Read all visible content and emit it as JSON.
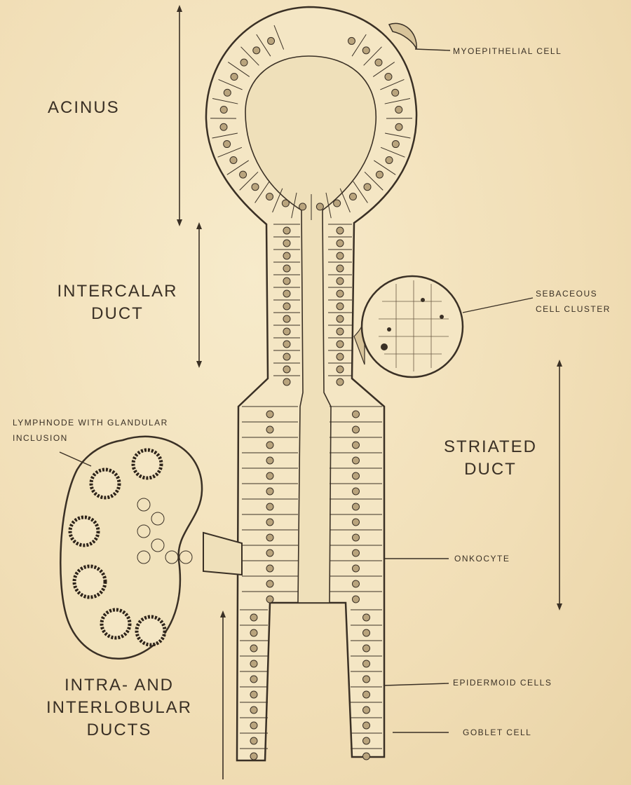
{
  "labels": {
    "acinus": "ACINUS",
    "intercalar_duct": "INTERCALAR\nDUCT",
    "striated_duct": "STRIATED\nDUCT",
    "intra_interlobular": "INTRA- AND\nINTERLOBULAR\nDUCTS",
    "myoepithelial": "MYOEPITHELIAL CELL",
    "sebaceous": "SEBACEOUS\nCELL CLUSTER",
    "lymphnode": "LYMPHNODE WITH GLANDULAR\nINCLUSION",
    "onkocyte": "ONKOCYTE",
    "epidermoid": "EPIDERMOID CELLS",
    "goblet": "GOBLET CELL"
  },
  "colors": {
    "paper": "#f3e3bf",
    "ink": "#3a3025"
  }
}
